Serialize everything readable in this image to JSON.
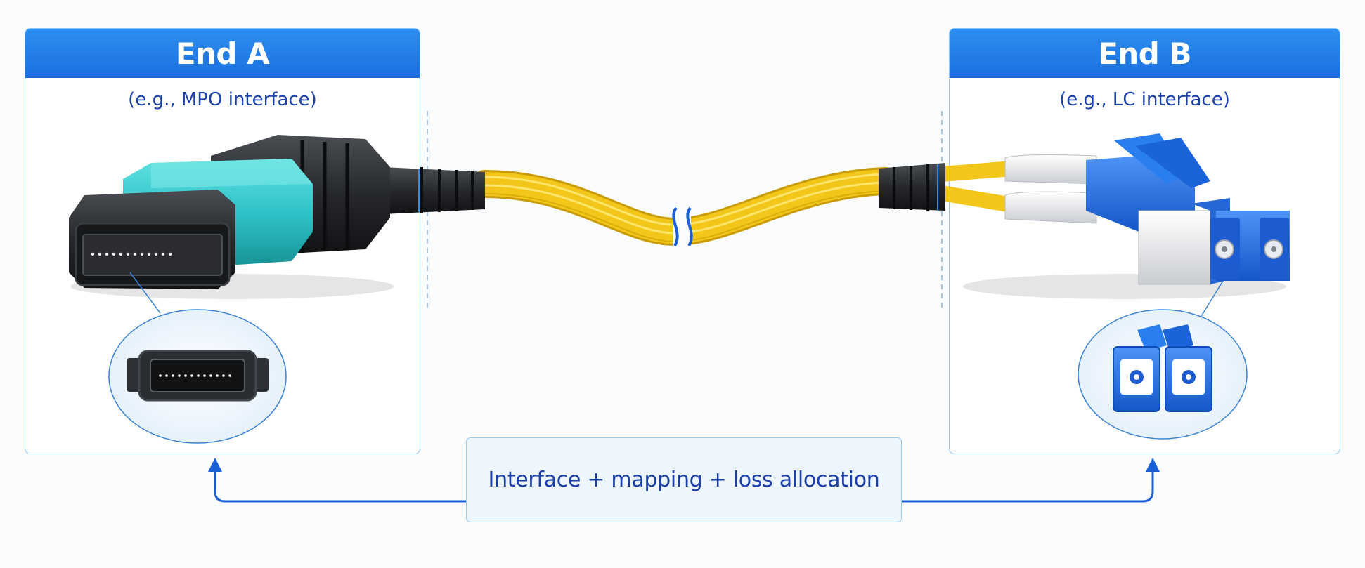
{
  "end_a": {
    "title": "End A",
    "subtitle": "(e.g., MPO interface)"
  },
  "end_b": {
    "title": "End B",
    "subtitle": "(e.g., LC interface)"
  },
  "caption": "Interface + mapping + loss allocation",
  "colors": {
    "header_blue": "#1a6fe0",
    "text_blue": "#1a3fa8",
    "cable_yellow": "#f2c71a",
    "mpo_teal": "#2ec2c6",
    "lc_blue": "#1f6fe0",
    "connector_black": "#1f2124"
  }
}
